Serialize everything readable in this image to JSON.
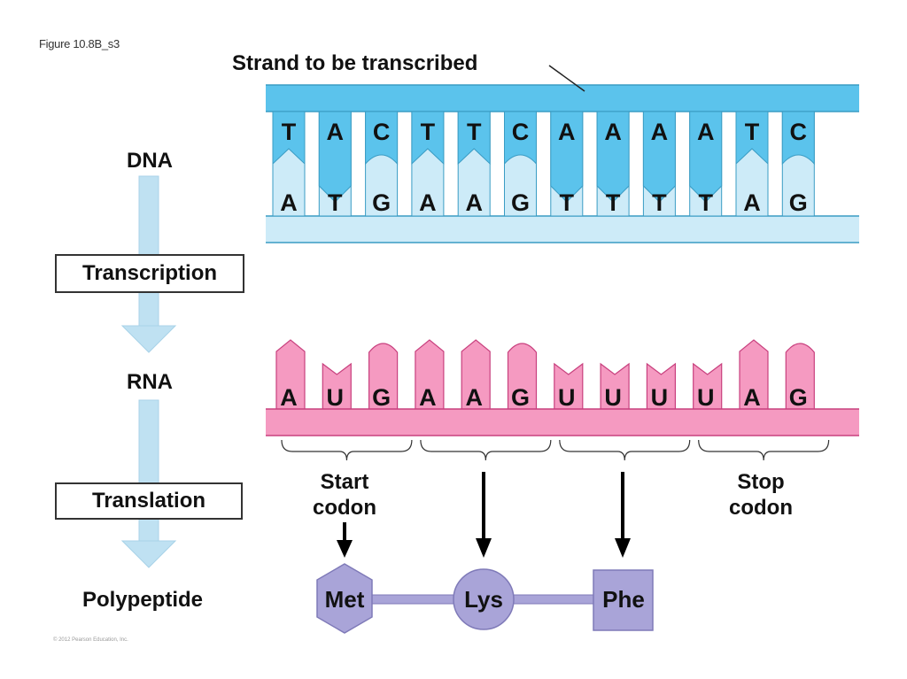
{
  "figure_label": "Figure 10.8B_s3",
  "copyright": "© 2012 Pearson Education, Inc.",
  "flow": {
    "dna": "DNA",
    "transcription": "Transcription",
    "rna": "RNA",
    "translation": "Translation",
    "polypeptide": "Polypeptide"
  },
  "dna": {
    "strand_label": "Strand to be transcribed",
    "template_strand": [
      "T",
      "A",
      "C",
      "T",
      "T",
      "C",
      "A",
      "A",
      "A",
      "A",
      "T",
      "C"
    ],
    "complement_strand": [
      "A",
      "T",
      "G",
      "A",
      "A",
      "G",
      "T",
      "T",
      "T",
      "T",
      "A",
      "G"
    ],
    "colors": {
      "template": "#5bc3ec",
      "complement": "#cdebf8",
      "outline": "#3a9cc4"
    }
  },
  "rna": {
    "bases": [
      "A",
      "U",
      "G",
      "A",
      "A",
      "G",
      "U",
      "U",
      "U",
      "U",
      "A",
      "G"
    ],
    "colors": {
      "fill": "#f59ac1",
      "outline": "#c8407e"
    }
  },
  "codons": [
    {
      "bases": "AUG",
      "label_line1": "Start",
      "label_line2": "codon",
      "amino_acid": "Met",
      "shape": "hexagon"
    },
    {
      "bases": "AAG",
      "label_line1": "",
      "label_line2": "",
      "amino_acid": "Lys",
      "shape": "circle"
    },
    {
      "bases": "UUU",
      "label_line1": "",
      "label_line2": "",
      "amino_acid": "Phe",
      "shape": "square"
    },
    {
      "bases": "UAG",
      "label_line1": "Stop",
      "label_line2": "codon",
      "amino_acid": "",
      "shape": ""
    }
  ],
  "amino_acid_color": "#a9a4d8"
}
